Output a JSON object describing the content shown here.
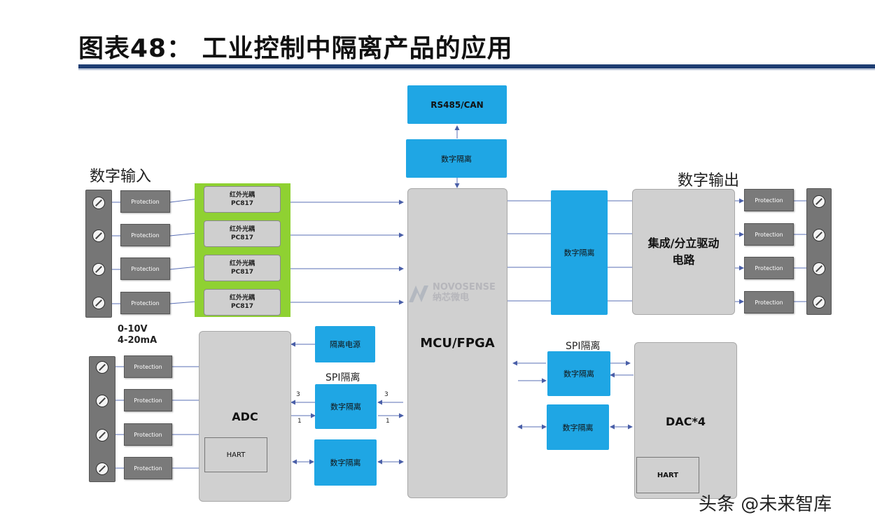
{
  "header": {
    "title": "图表48：   工业控制中隔离产品的应用"
  },
  "labels": {
    "digital_input": "数字输入",
    "digital_output": "数字输出",
    "analog_range_1": "0-10V",
    "analog_range_2": "4-20mA",
    "spi_iso_1": "SPI隔离",
    "spi_iso_2": "SPI隔离"
  },
  "blocks": {
    "rs485": "RS485/CAN",
    "digital_isolator": "数字隔离",
    "mcu": "MCU/FPGA",
    "driver": "集成/分立驱动电路",
    "adc": "ADC",
    "dac": "DAC*4",
    "hart": "HART",
    "isolated_power": "隔离电源"
  },
  "protection": "Protection",
  "opto": {
    "line1": "红外光耦",
    "line2": "PC817"
  },
  "pins": {
    "three": "3",
    "one": "1"
  },
  "watermark": {
    "brand": "NOVOSENSE",
    "brand_cn": "纳芯微电"
  },
  "footer": {
    "source": "头条 @未来智库"
  },
  "colors": {
    "accent_blue": "#1fa6e4",
    "green": "#8fd132",
    "title_rule": "#1f3e73",
    "gray_block": "#d0d0d0"
  }
}
